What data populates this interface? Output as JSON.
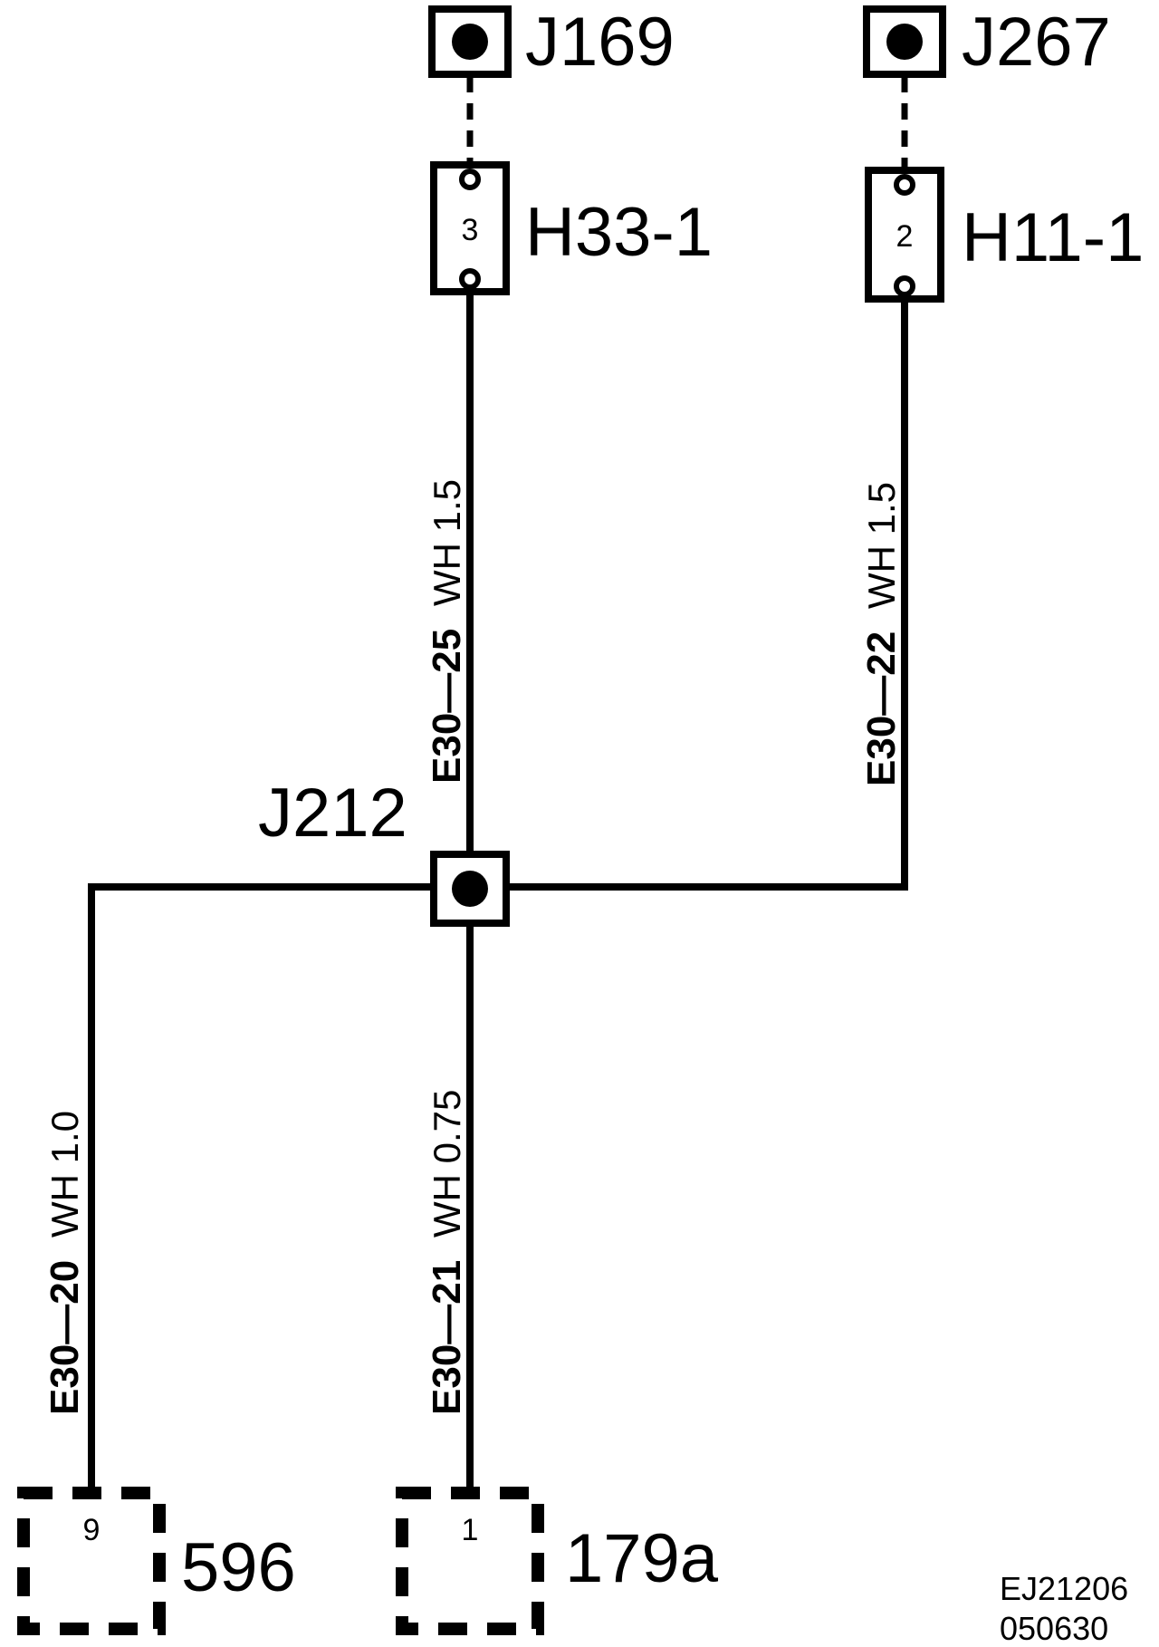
{
  "splices": {
    "j169": "J169",
    "j267": "J267",
    "j212": "J212"
  },
  "inline_connectors": {
    "h33": {
      "label": "H33-1",
      "pin": "3"
    },
    "h11": {
      "label": "H11-1",
      "pin": "2"
    }
  },
  "components": {
    "c596": {
      "label": "596",
      "pin": "9"
    },
    "c179a": {
      "label": "179a",
      "pin": "1"
    }
  },
  "wires": {
    "w25": {
      "code": "E30—25",
      "spec": "WH 1.5"
    },
    "w22": {
      "code": "E30—22",
      "spec": "WH 1.5"
    },
    "w21": {
      "code": "E30—21",
      "spec": "WH 0.75"
    },
    "w20": {
      "code": "E30—20",
      "spec": "WH 1.0"
    }
  },
  "reference": {
    "line1": "EJ21206",
    "line2": "050630"
  }
}
